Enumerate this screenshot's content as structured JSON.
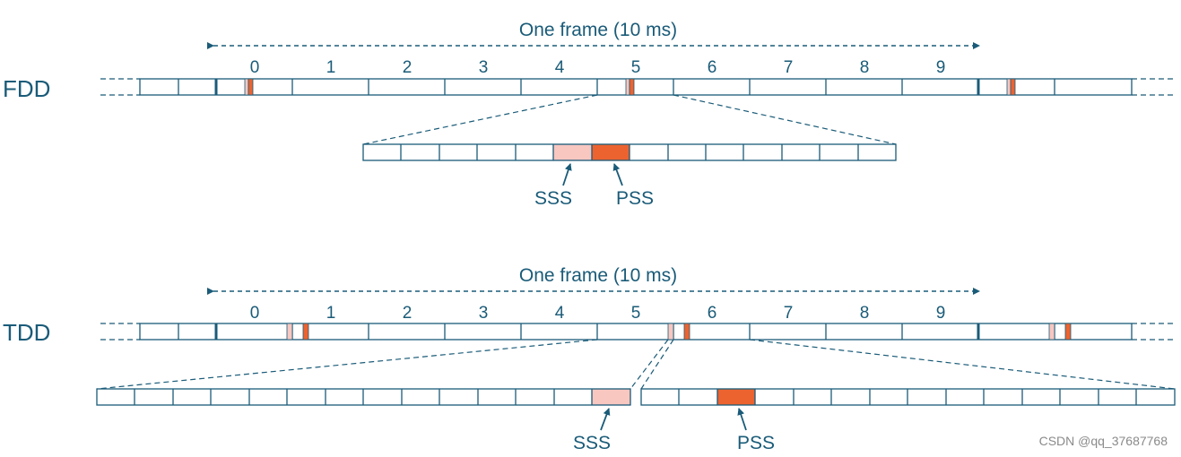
{
  "fdd": {
    "label": "FDD",
    "frame_label": "One frame (10 ms)",
    "subframes": [
      "0",
      "1",
      "2",
      "3",
      "4",
      "5",
      "6",
      "7",
      "8",
      "9"
    ],
    "sss_label": "SSS",
    "pss_label": "PSS"
  },
  "tdd": {
    "label": "TDD",
    "frame_label": "One frame (10 ms)",
    "subframes": [
      "0",
      "1",
      "2",
      "3",
      "4",
      "5",
      "6",
      "7",
      "8",
      "9"
    ],
    "sss_label": "SSS",
    "pss_label": "PSS"
  },
  "watermark": "CSDN @qq_37687768",
  "colors": {
    "line": "#1a5b78",
    "pss": "#ec6330",
    "sss": "#f7c7c0"
  }
}
